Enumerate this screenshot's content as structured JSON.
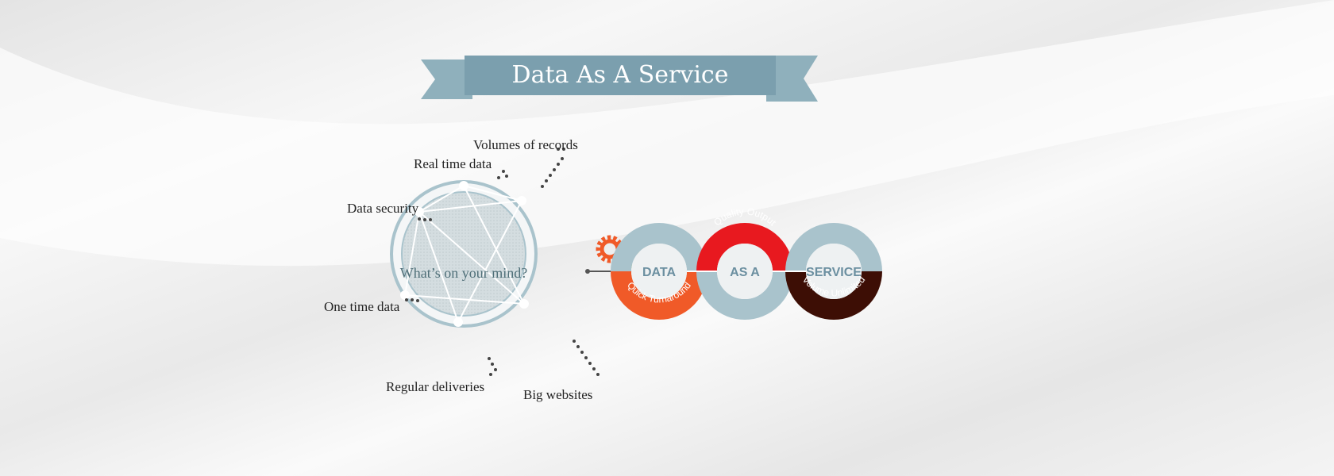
{
  "banner": {
    "title": "Data As A Service"
  },
  "mind_map": {
    "center": "What’s on your mind?",
    "labels": [
      "Volumes of records",
      "Real time data",
      "Data security",
      "One time data",
      "Regular deliveries",
      "Big websites"
    ]
  },
  "infinity": {
    "rings": [
      "DATA",
      "AS A",
      "SERVICE"
    ],
    "arcs": [
      "Quick Turnaround",
      "Quality Output",
      "Volume Unlimited"
    ]
  },
  "colors": {
    "banner": "#7b9fae",
    "ring": "#a9c3cc",
    "orange": "#f05a28",
    "red": "#e8191f",
    "brown": "#3d0e05"
  }
}
